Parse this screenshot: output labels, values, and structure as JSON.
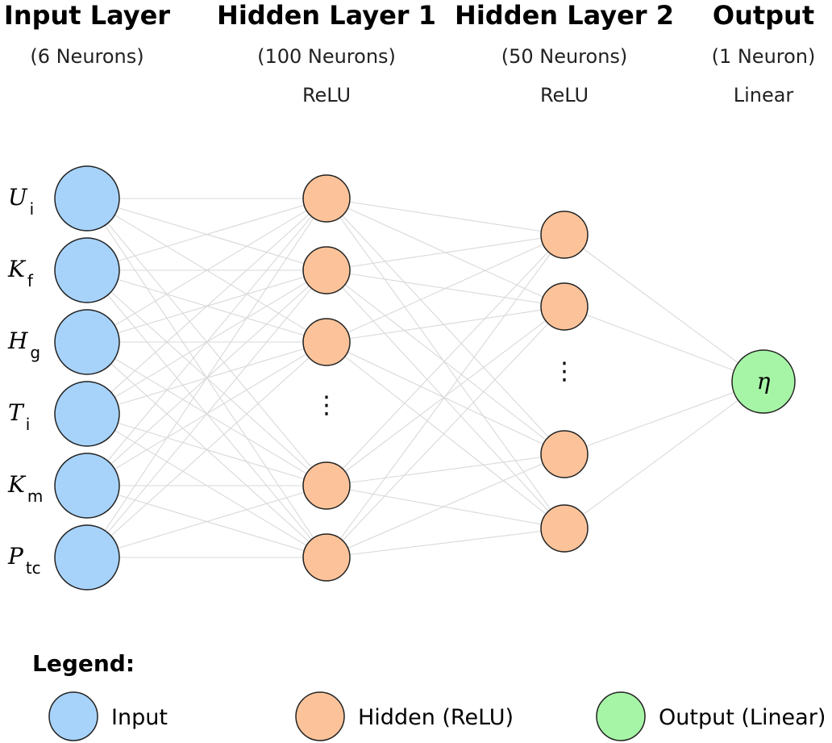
{
  "layers": [
    {
      "title": "Input Layer",
      "subtitle": "(6 Neurons)",
      "activation": ""
    },
    {
      "title": "Hidden Layer 1",
      "subtitle": "(100 Neurons)",
      "activation": "ReLU"
    },
    {
      "title": "Hidden Layer 2",
      "subtitle": "(50 Neurons)",
      "activation": "ReLU"
    },
    {
      "title": "Output",
      "subtitle": "(1 Neuron)",
      "activation": "Linear"
    }
  ],
  "inputs": [
    {
      "symbol": "U",
      "sub": "i"
    },
    {
      "symbol": "K",
      "sub": "f"
    },
    {
      "symbol": "H",
      "sub": "g"
    },
    {
      "symbol": "T",
      "sub": "i"
    },
    {
      "symbol": "K",
      "sub": "m"
    },
    {
      "symbol": "P",
      "sub": "tc"
    }
  ],
  "output_label": "η",
  "ellipsis": "⋮",
  "legend": {
    "title": "Legend:",
    "items": [
      {
        "label": "Input",
        "color": "#a7d3fb"
      },
      {
        "label": "Hidden (ReLU)",
        "color": "#fcc39a"
      },
      {
        "label": "Output (Linear)",
        "color": "#a6f5a6"
      }
    ]
  },
  "colors": {
    "input": "#a7d3fb",
    "hidden": "#fcc39a",
    "output": "#a6f5a6",
    "stroke": "#222222",
    "edge": "#d9d9d9"
  }
}
